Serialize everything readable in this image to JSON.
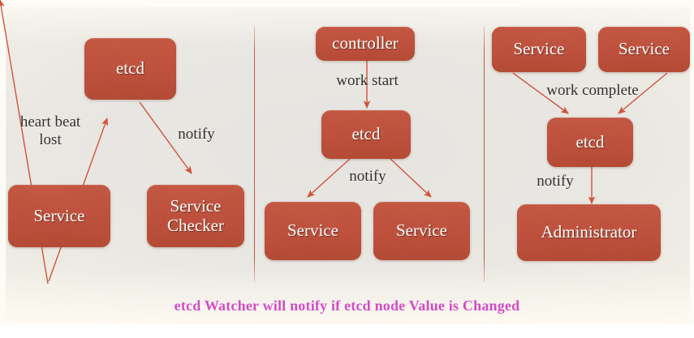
{
  "diagram": {
    "title_caption": "etcd Watcher will notify if etcd node Value is Changed",
    "caption_color": "#d44bc4",
    "node_color": "#bf4e3a",
    "arrow_color": "#d05a45",
    "label_color": "#33312f",
    "background_color": "#e8e6e2",
    "panels": [
      {
        "id": "panel-heartbeat",
        "nodes": [
          {
            "id": "left-etcd",
            "label": "etcd"
          },
          {
            "id": "left-service",
            "label": "Service"
          },
          {
            "id": "left-service-checker",
            "label": "Service\nChecker"
          }
        ],
        "edge_labels": [
          {
            "id": "heart-beat-lost",
            "text": "heart beat\nlost"
          },
          {
            "id": "left-notify",
            "text": "notify"
          }
        ]
      },
      {
        "id": "panel-work-start",
        "nodes": [
          {
            "id": "mid-controller",
            "label": "controller"
          },
          {
            "id": "mid-etcd",
            "label": "etcd"
          },
          {
            "id": "mid-service-left",
            "label": "Service"
          },
          {
            "id": "mid-service-right",
            "label": "Service"
          }
        ],
        "edge_labels": [
          {
            "id": "work-start",
            "text": "work start"
          },
          {
            "id": "mid-notify",
            "text": "notify"
          }
        ]
      },
      {
        "id": "panel-work-complete",
        "nodes": [
          {
            "id": "right-service-left",
            "label": "Service"
          },
          {
            "id": "right-service-right",
            "label": "Service"
          },
          {
            "id": "right-etcd",
            "label": "etcd"
          },
          {
            "id": "right-administrator",
            "label": "Administrator"
          }
        ],
        "edge_labels": [
          {
            "id": "work-complete",
            "text": "work complete"
          },
          {
            "id": "right-notify",
            "text": "notify"
          }
        ]
      }
    ]
  }
}
